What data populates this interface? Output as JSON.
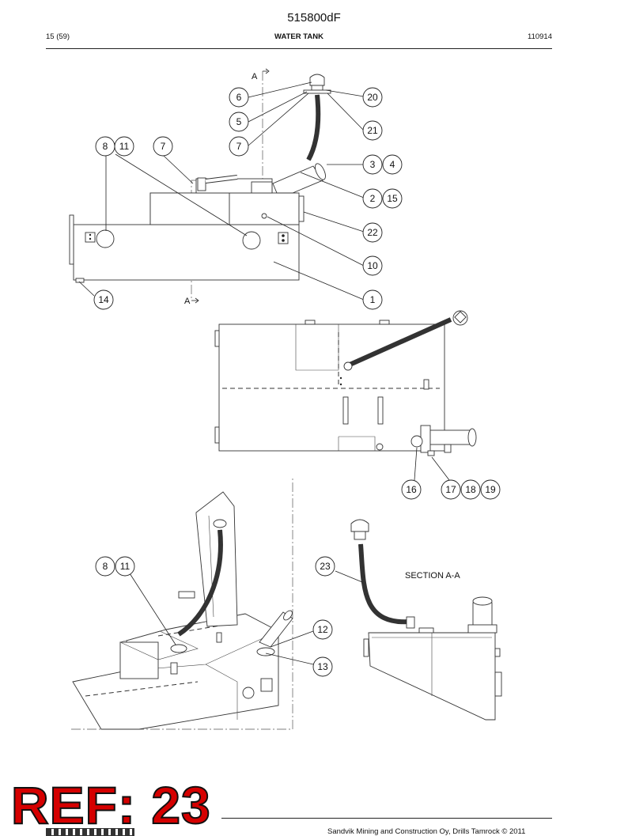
{
  "header": {
    "doc_code": "515800dF",
    "page": "15 (59)",
    "title": "WATER TANK",
    "date_code": "110914"
  },
  "section_marks": {
    "top": "A",
    "bottom": "A"
  },
  "section_title": "SECTION  A-A",
  "callouts": {
    "c1": "1",
    "c2": "2",
    "c3": "3",
    "c4": "4",
    "c5": "5",
    "c6": "6",
    "c7a": "7",
    "c7b": "7",
    "c8a": "8",
    "c8b": "8",
    "c10": "10",
    "c11a": "11",
    "c11b": "11",
    "c12": "12",
    "c13": "13",
    "c14": "14",
    "c15": "15",
    "c16": "16",
    "c17": "17",
    "c18": "18",
    "c19": "19",
    "c20": "20",
    "c21": "21",
    "c22": "22",
    "c23": "23"
  },
  "stamp": "REF: 23",
  "footer": {
    "copyright": "Sandvik Mining and Construction Oy, Drills Tamrock © 2011"
  }
}
